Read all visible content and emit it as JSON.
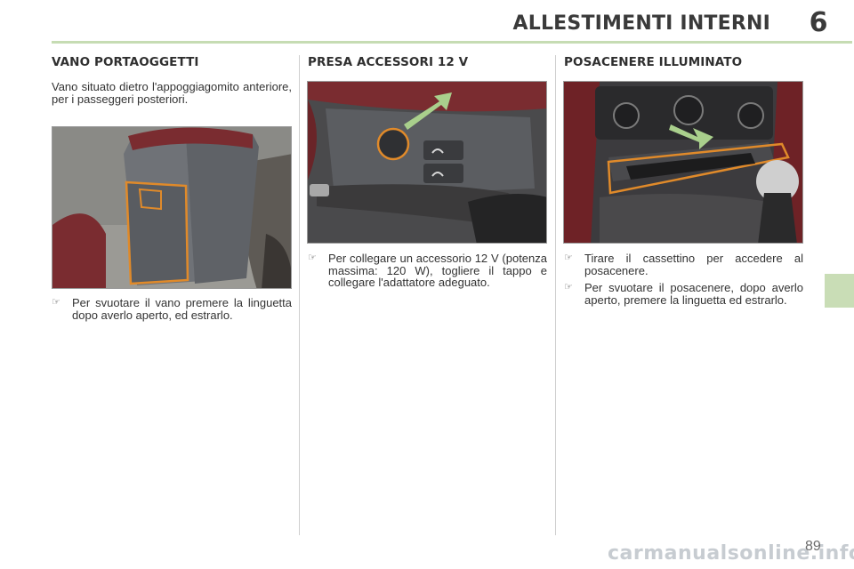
{
  "header": {
    "title": "ALLESTIMENTI INTERNI",
    "chapter": "6"
  },
  "sections": [
    {
      "title": "VANO PORTAOGGETTI",
      "intro": "Vano situato dietro l'appoggiagomito anteriore, per i passeggeri posteriori.",
      "bullets": [
        "Per svuotare il vano premere la linguetta dopo averlo aperto, ed estrarlo."
      ]
    },
    {
      "title": "PRESA ACCESSORI 12 V",
      "bullets": [
        "Per collegare un accessorio 12 V (potenza massima: 120 W), togliere il tappo e collegare l'adattatore ade­guato."
      ]
    },
    {
      "title": "POSACENERE ILLUMINATO",
      "bullets": [
        "Tirare il cassettino per accedere al posacenere.",
        "Per svuotare il posacenere, dopo averlo aperto, premere la linguetta ed estrarlo."
      ]
    }
  ],
  "bullet_symbol": "☞",
  "page_number": "89",
  "watermark": "carmanualsonline.info",
  "colors": {
    "accent_green": "#c6dcb3",
    "highlight_orange": "#e08a2a",
    "leather_red": "#7a2c30"
  }
}
